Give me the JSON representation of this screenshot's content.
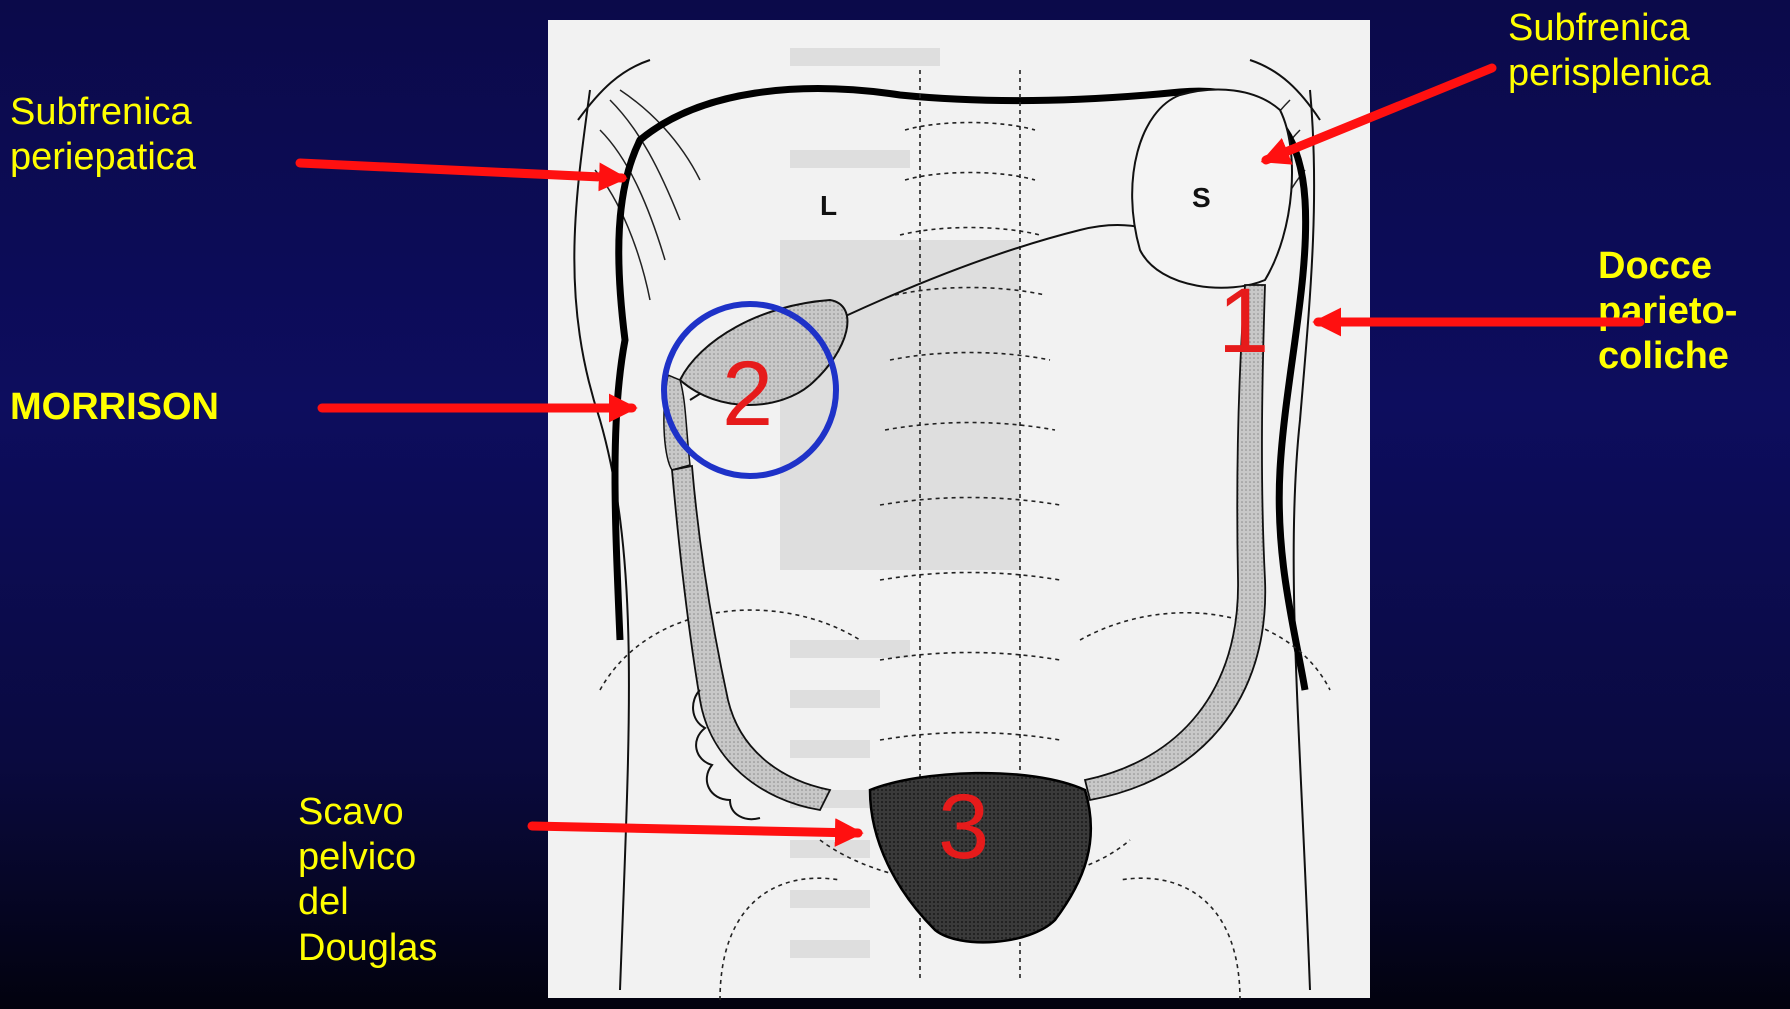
{
  "labels": {
    "subfrenica_periepatica": [
      "Subfrenica",
      "periepatica"
    ],
    "subfrenica_perisplenica": [
      "Subfrenica",
      "perisplenica"
    ],
    "docce": [
      "Docce",
      "parieto-",
      "coliche"
    ],
    "morrison": "MORRISON",
    "scavo": [
      "Scavo",
      "pelvico",
      "del",
      "Douglas"
    ]
  },
  "figure": {
    "numbers": [
      "1",
      "2",
      "3"
    ],
    "organ_letters": [
      "L",
      "S"
    ]
  },
  "colors": {
    "background": "#0b0a4a",
    "label_yellow": "#ffff00",
    "arrow_red": "#ff1010",
    "circle_blue": "#1e32c8",
    "number_red": "#e61b1b"
  }
}
